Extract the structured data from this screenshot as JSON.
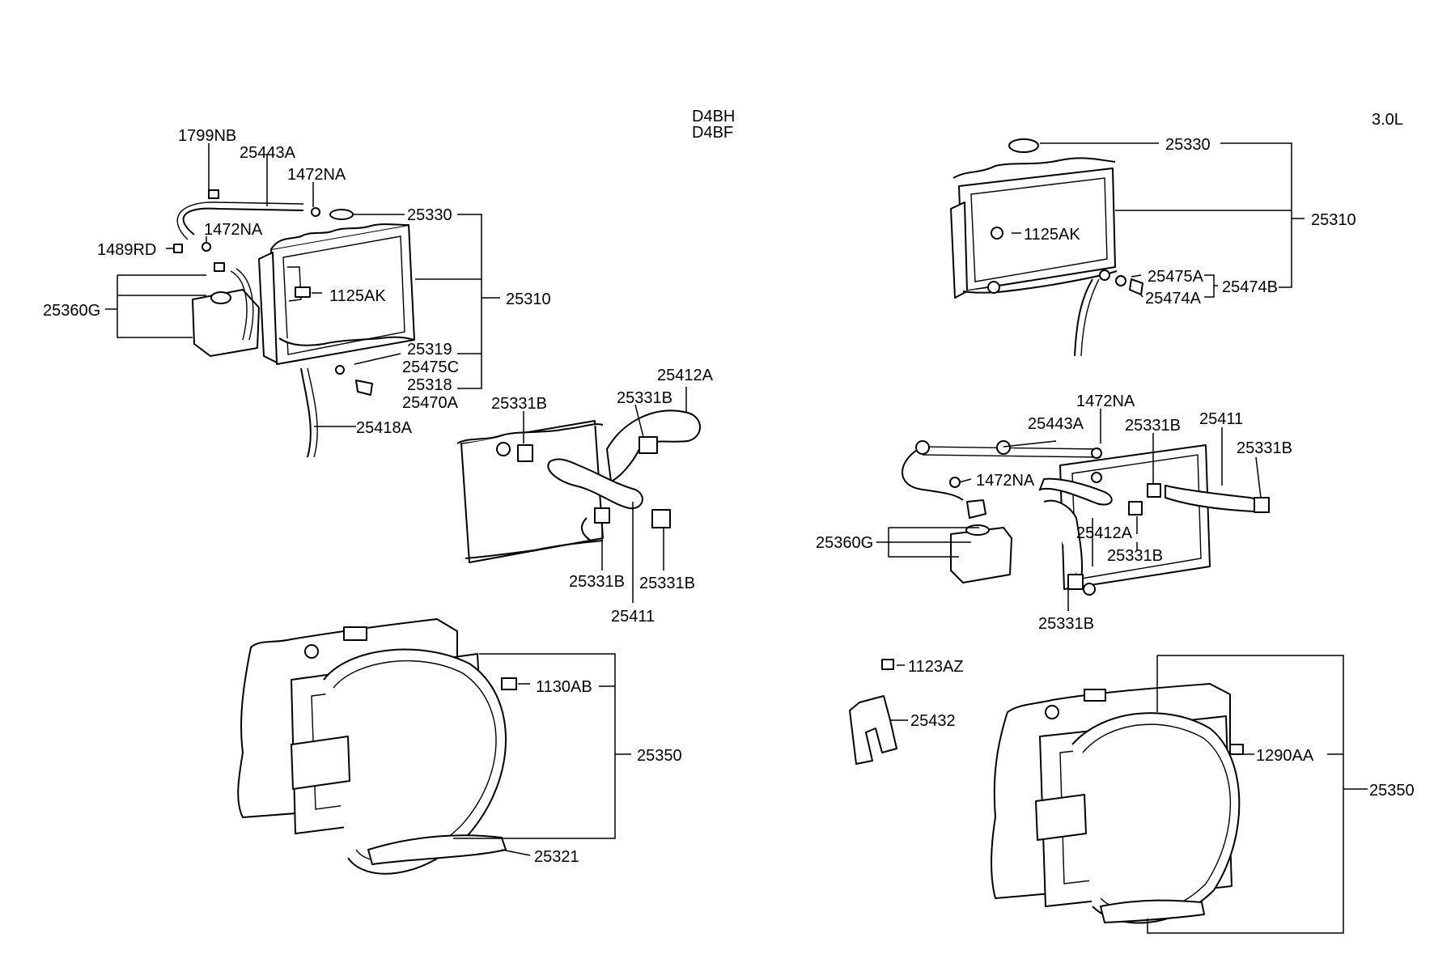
{
  "engine_labels": {
    "left_1": "D4BH",
    "left_2": "D4BF",
    "right": "3.0L"
  },
  "callouts": [
    {
      "key": "l_1799nb",
      "text": "1799NB"
    },
    {
      "key": "l_25443a",
      "text": "25443A"
    },
    {
      "key": "l_1472na_a",
      "text": "1472NA"
    },
    {
      "key": "l_1472na_b",
      "text": "1472NA"
    },
    {
      "key": "l_1489rd",
      "text": "1489RD"
    },
    {
      "key": "l_25330",
      "text": "25330"
    },
    {
      "key": "l_25360g",
      "text": "25360G"
    },
    {
      "key": "l_1125ak",
      "text": "1125AK"
    },
    {
      "key": "l_25310",
      "text": "25310"
    },
    {
      "key": "l_25319",
      "text": "25319"
    },
    {
      "key": "l_25475c",
      "text": "25475C"
    },
    {
      "key": "l_25318",
      "text": "25318"
    },
    {
      "key": "l_25470a",
      "text": "25470A"
    },
    {
      "key": "l_25418a",
      "text": "25418A"
    },
    {
      "key": "l_25412a",
      "text": "25412A"
    },
    {
      "key": "l_25331b_a",
      "text": "25331B"
    },
    {
      "key": "l_25331b_b",
      "text": "25331B"
    },
    {
      "key": "l_25331b_c",
      "text": "25331B"
    },
    {
      "key": "l_25331b_d",
      "text": "25331B"
    },
    {
      "key": "l_25411",
      "text": "25411"
    },
    {
      "key": "l_1130ab",
      "text": "1130AB"
    },
    {
      "key": "l_25350",
      "text": "25350"
    },
    {
      "key": "l_25321",
      "text": "25321"
    },
    {
      "key": "r_25330",
      "text": "25330"
    },
    {
      "key": "r_25310",
      "text": "25310"
    },
    {
      "key": "r_1125ak",
      "text": "1125AK"
    },
    {
      "key": "r_25475a",
      "text": "25475A"
    },
    {
      "key": "r_25474a",
      "text": "25474A"
    },
    {
      "key": "r_25474b",
      "text": "25474B"
    },
    {
      "key": "r_1472na_a",
      "text": "1472NA"
    },
    {
      "key": "r_25443a",
      "text": "25443A"
    },
    {
      "key": "r_25331b_a",
      "text": "25331B"
    },
    {
      "key": "r_25411",
      "text": "25411"
    },
    {
      "key": "r_25331b_b",
      "text": "25331B"
    },
    {
      "key": "r_1472na_b",
      "text": "1472NA"
    },
    {
      "key": "r_25360g",
      "text": "25360G"
    },
    {
      "key": "r_25412a",
      "text": "25412A"
    },
    {
      "key": "r_25331b_c",
      "text": "25331B"
    },
    {
      "key": "r_25331b_d",
      "text": "25331B"
    },
    {
      "key": "r_1123az",
      "text": "1123AZ"
    },
    {
      "key": "r_25432",
      "text": "25432"
    },
    {
      "key": "r_1290aa",
      "text": "1290AA"
    },
    {
      "key": "r_25350",
      "text": "25350"
    }
  ]
}
